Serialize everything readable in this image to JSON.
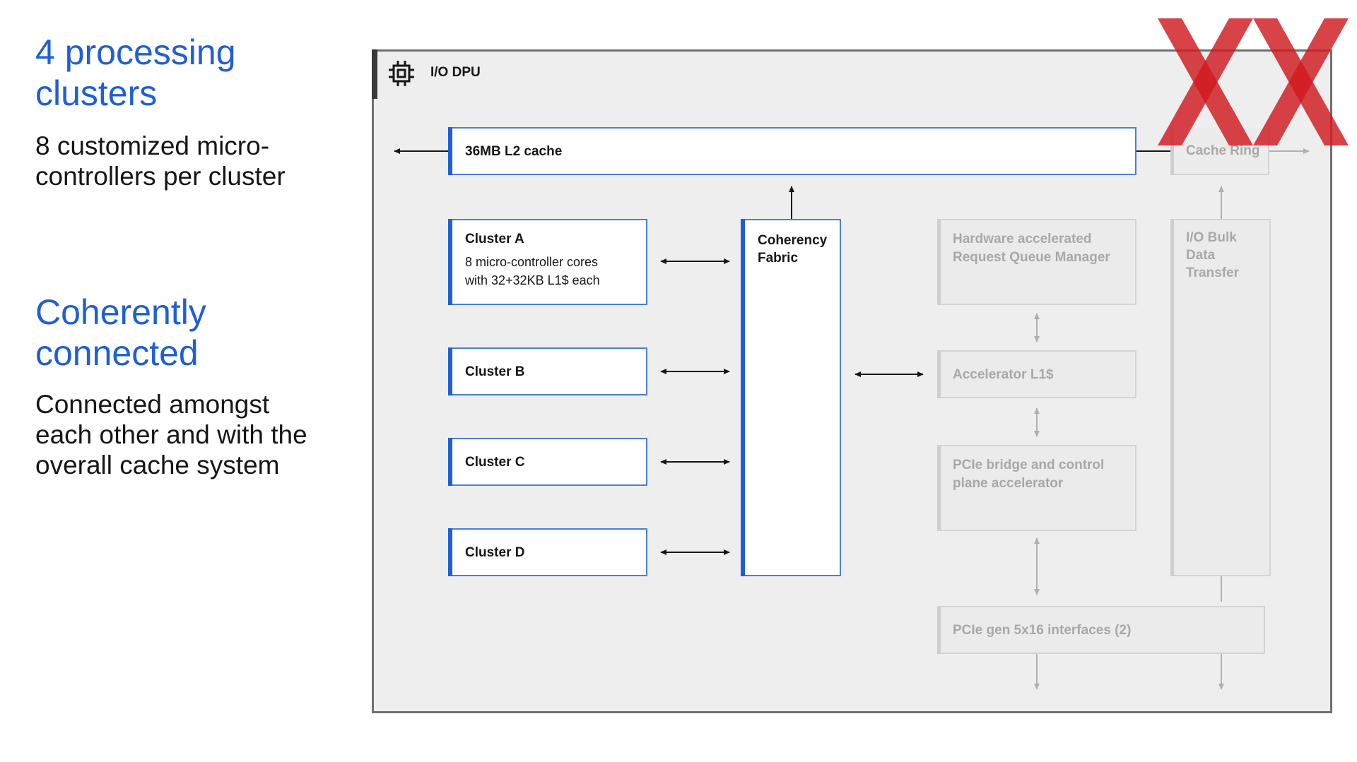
{
  "sidebar": {
    "section1": {
      "heading": "4 processing clusters",
      "body": "8 customized micro-controllers per cluster"
    },
    "section2": {
      "heading": "Coherently connected",
      "body": "Connected amongst each other and with the overall cache system"
    }
  },
  "diagram": {
    "title": "I/O DPU",
    "l2_cache": "36MB L2 cache",
    "cache_ring": "Cache Ring",
    "clusters": [
      {
        "label": "Cluster A",
        "detail_line1": "8 micro-controller cores",
        "detail_line2": "with 32+32KB L1$ each"
      },
      {
        "label": "Cluster B"
      },
      {
        "label": "Cluster C"
      },
      {
        "label": "Cluster D"
      }
    ],
    "coherency_fabric_line1": "Coherency",
    "coherency_fabric_line2": "Fabric",
    "hw_queue_line1": "Hardware accelerated",
    "hw_queue_line2": "Request Queue Manager",
    "accel_l1": "Accelerator L1$",
    "pcie_bridge_line1": "PCIe bridge and control",
    "pcie_bridge_line2": "plane accelerator",
    "io_bulk_line1": "I/O Bulk",
    "io_bulk_line2": "Data",
    "io_bulk_line3": "Transfer",
    "pcie_gen5": "PCIe gen 5x16 interfaces (2)"
  },
  "colors": {
    "accent_blue": "#1f5fd6",
    "logo_red": "#d01a20",
    "panel_bg": "#eeeeee",
    "faded_text": "#a8a8a8"
  }
}
